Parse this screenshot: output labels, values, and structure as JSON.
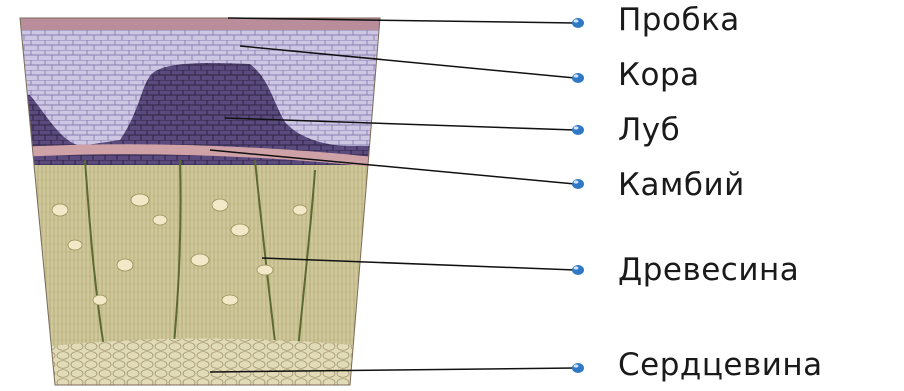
{
  "diagram": {
    "labels": [
      {
        "id": "cork",
        "text": "Пробка"
      },
      {
        "id": "cortex",
        "text": "Кора"
      },
      {
        "id": "phloem",
        "text": "Луб"
      },
      {
        "id": "cambium",
        "text": "Камбий"
      },
      {
        "id": "wood",
        "text": "Древесина"
      },
      {
        "id": "pith",
        "text": "Сердцевина"
      }
    ],
    "colors": {
      "cork": "#b98d9a",
      "cortex": "#c4bddc",
      "phloem": "#4a3a6a",
      "cambium": "#cfa2a8",
      "wood": "#cfc79a",
      "pith": "#d9d3a8",
      "leader": "#111111",
      "bullet": "#2f78c4"
    }
  }
}
